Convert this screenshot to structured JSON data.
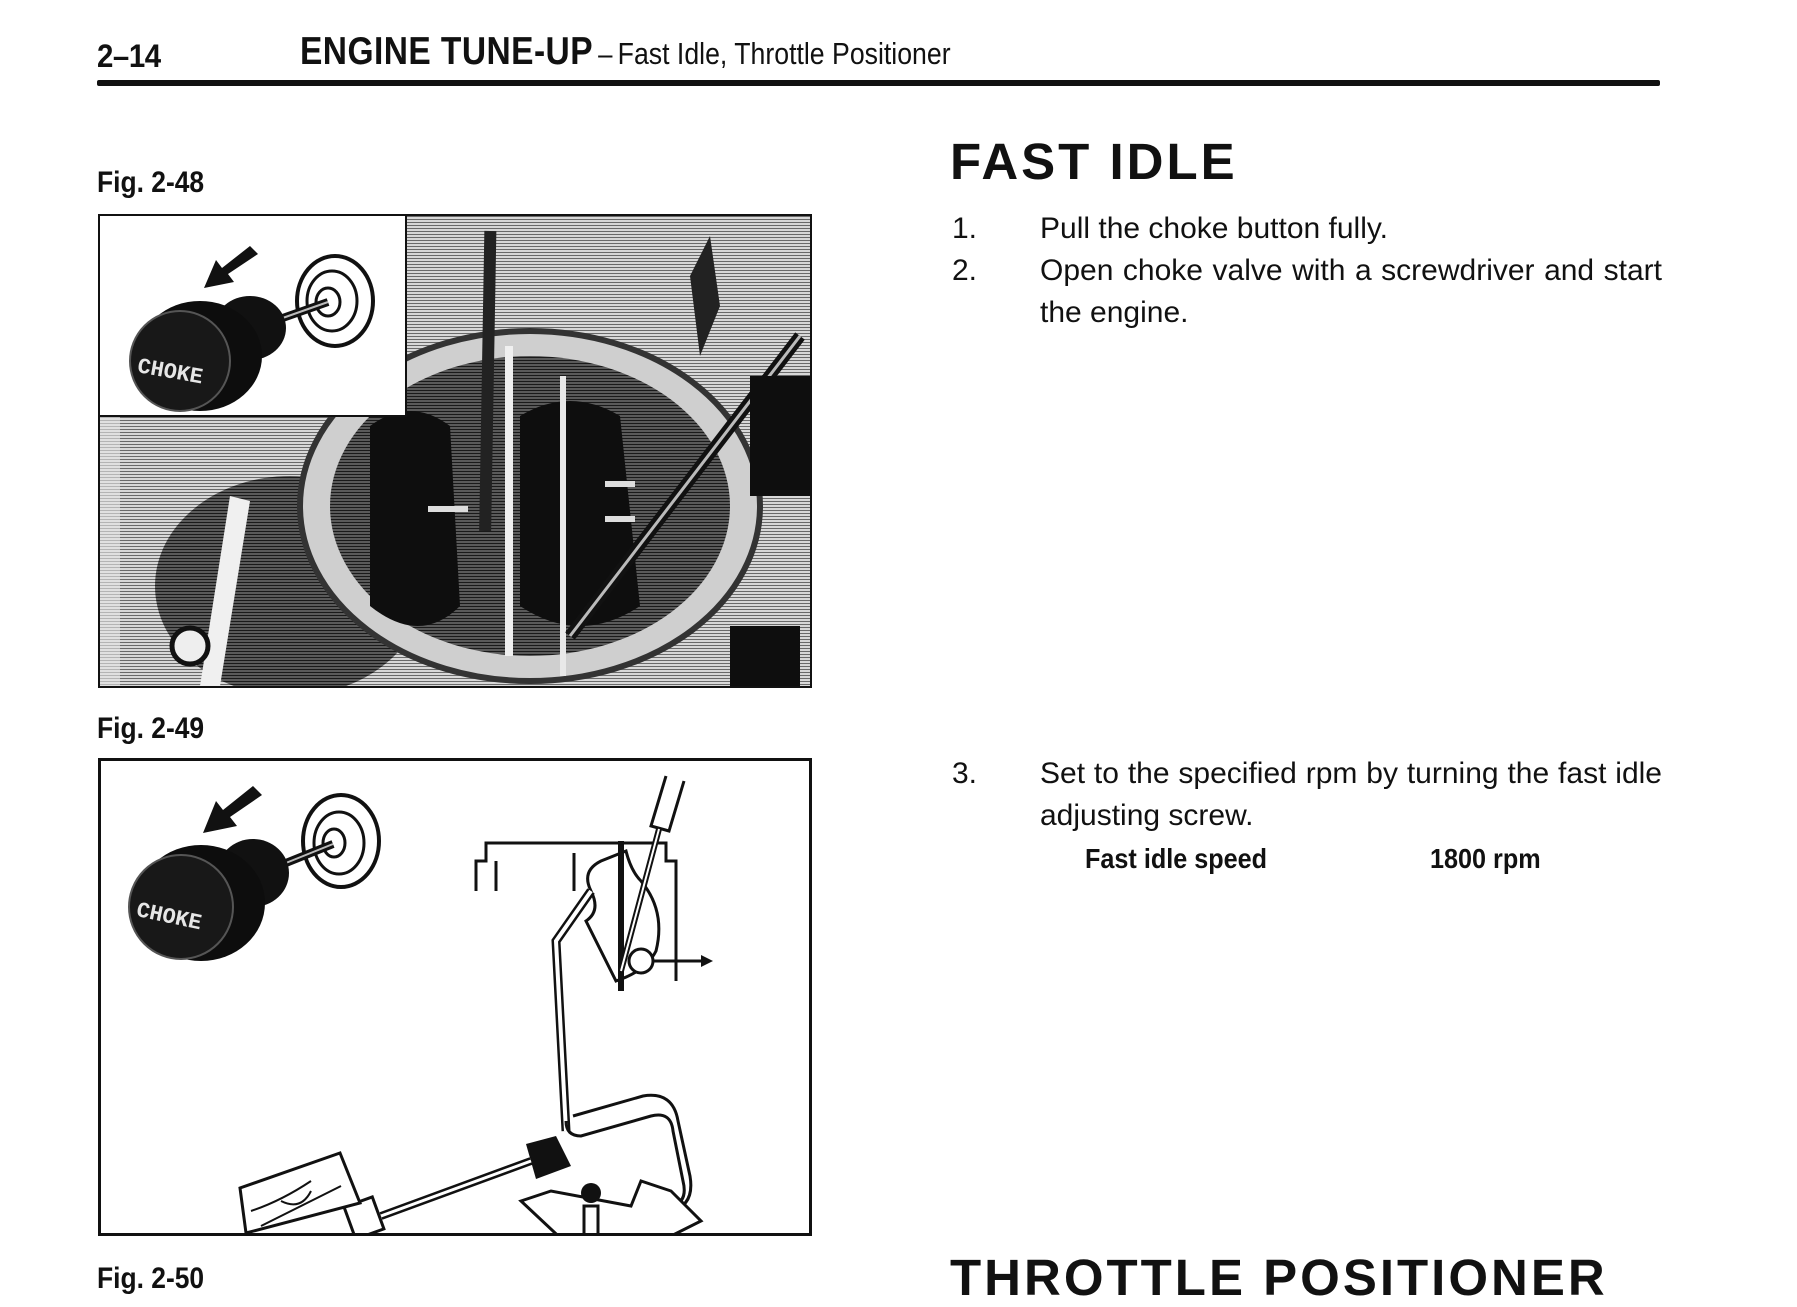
{
  "header": {
    "page_number": "2–14",
    "chapter": "ENGINE TUNE-UP",
    "separator": "–",
    "section_subtitle": "Fast Idle, Throttle Positioner"
  },
  "figures": [
    {
      "label": "Fig. 2-48",
      "inset_text": "CHOKE"
    },
    {
      "label": "Fig. 2-49",
      "inset_text": "CHOKE"
    },
    {
      "label": "Fig. 2-50"
    }
  ],
  "fast_idle": {
    "title": "FAST IDLE",
    "steps": [
      {
        "num": "1.",
        "text": "Pull the choke button fully."
      },
      {
        "num": "2.",
        "text": "Open choke valve with a screwdriver and start the engine."
      },
      {
        "num": "3.",
        "text": "Set to the specified rpm by turning the fast idle adjusting screw."
      }
    ],
    "spec": {
      "label": "Fast idle speed",
      "value": "1800 rpm"
    }
  },
  "throttle_positioner": {
    "title": "THROTTLE POSITIONER"
  }
}
